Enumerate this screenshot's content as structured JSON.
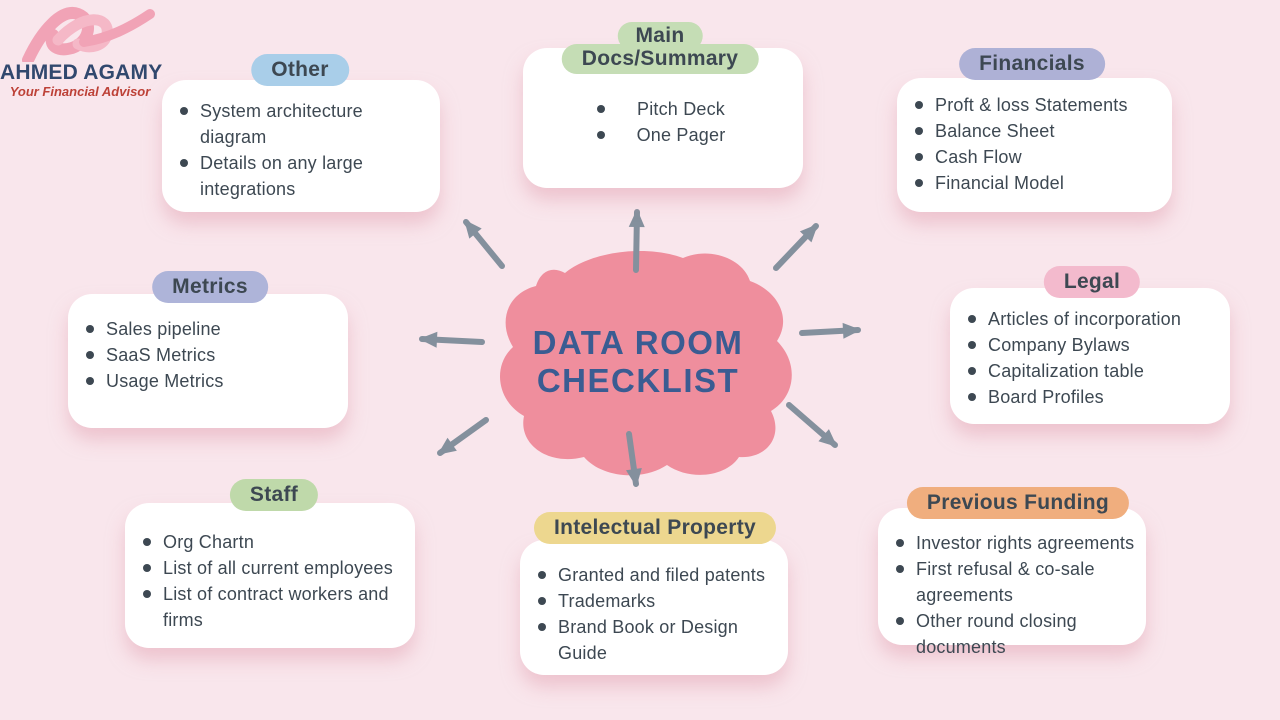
{
  "logo": {
    "brand": "AHMED AGAMY",
    "tagline": "Your Financial Advisor"
  },
  "center": {
    "title_line1": "DATA ROOM",
    "title_line2": "CHECKLIST",
    "blob_color": "#ef8e9d",
    "title_color": "#3a5c92"
  },
  "nodes": [
    {
      "id": "other",
      "label": "Other",
      "pill_color": "#a9cee9",
      "items": [
        "System architecture diagram",
        "Details on any large integrations"
      ]
    },
    {
      "id": "main-docs",
      "label": "Main Docs/Summary",
      "label_lines": [
        "Main",
        "Docs/Summary"
      ],
      "pill_color": "#c5ddb5",
      "items": [
        "Pitch Deck",
        "One Pager"
      ]
    },
    {
      "id": "financials",
      "label": "Financials",
      "pill_color": "#aeb1d6",
      "items": [
        "Proft & loss Statements",
        "Balance Sheet",
        "Cash Flow",
        "Financial Model"
      ]
    },
    {
      "id": "metrics",
      "label": "Metrics",
      "pill_color": "#aeb4d9",
      "items": [
        "Sales pipeline",
        "SaaS Metrics",
        "Usage Metrics"
      ]
    },
    {
      "id": "legal",
      "label": "Legal",
      "pill_color": "#f3bacd",
      "items": [
        "Articles of incorporation",
        "Company Bylaws",
        "Capitalization table",
        "Board Profiles"
      ]
    },
    {
      "id": "staff",
      "label": "Staff",
      "pill_color": "#bfd9aa",
      "items": [
        "Org Chartn",
        "List of all current employees",
        "List of contract workers and firms"
      ]
    },
    {
      "id": "intelectual-property",
      "label": "Intelectual Property",
      "pill_color": "#edd78f",
      "items": [
        "Granted and filed patents",
        "Trademarks",
        "Brand Book or Design Guide"
      ]
    },
    {
      "id": "previous-funding",
      "label": "Previous Funding",
      "pill_color": "#f0ae7e",
      "items": [
        "Investor rights agreements",
        "First refusal & co-sale agreements",
        "Other round closing documents"
      ]
    }
  ],
  "colors": {
    "background": "#f9e6ec",
    "card": "#ffffff",
    "body_text": "#3d4852",
    "arrow": "#84909d",
    "brand_navy": "#31486e",
    "brand_red": "#bd4137",
    "ribbon_pink": "#f1a3b6"
  }
}
